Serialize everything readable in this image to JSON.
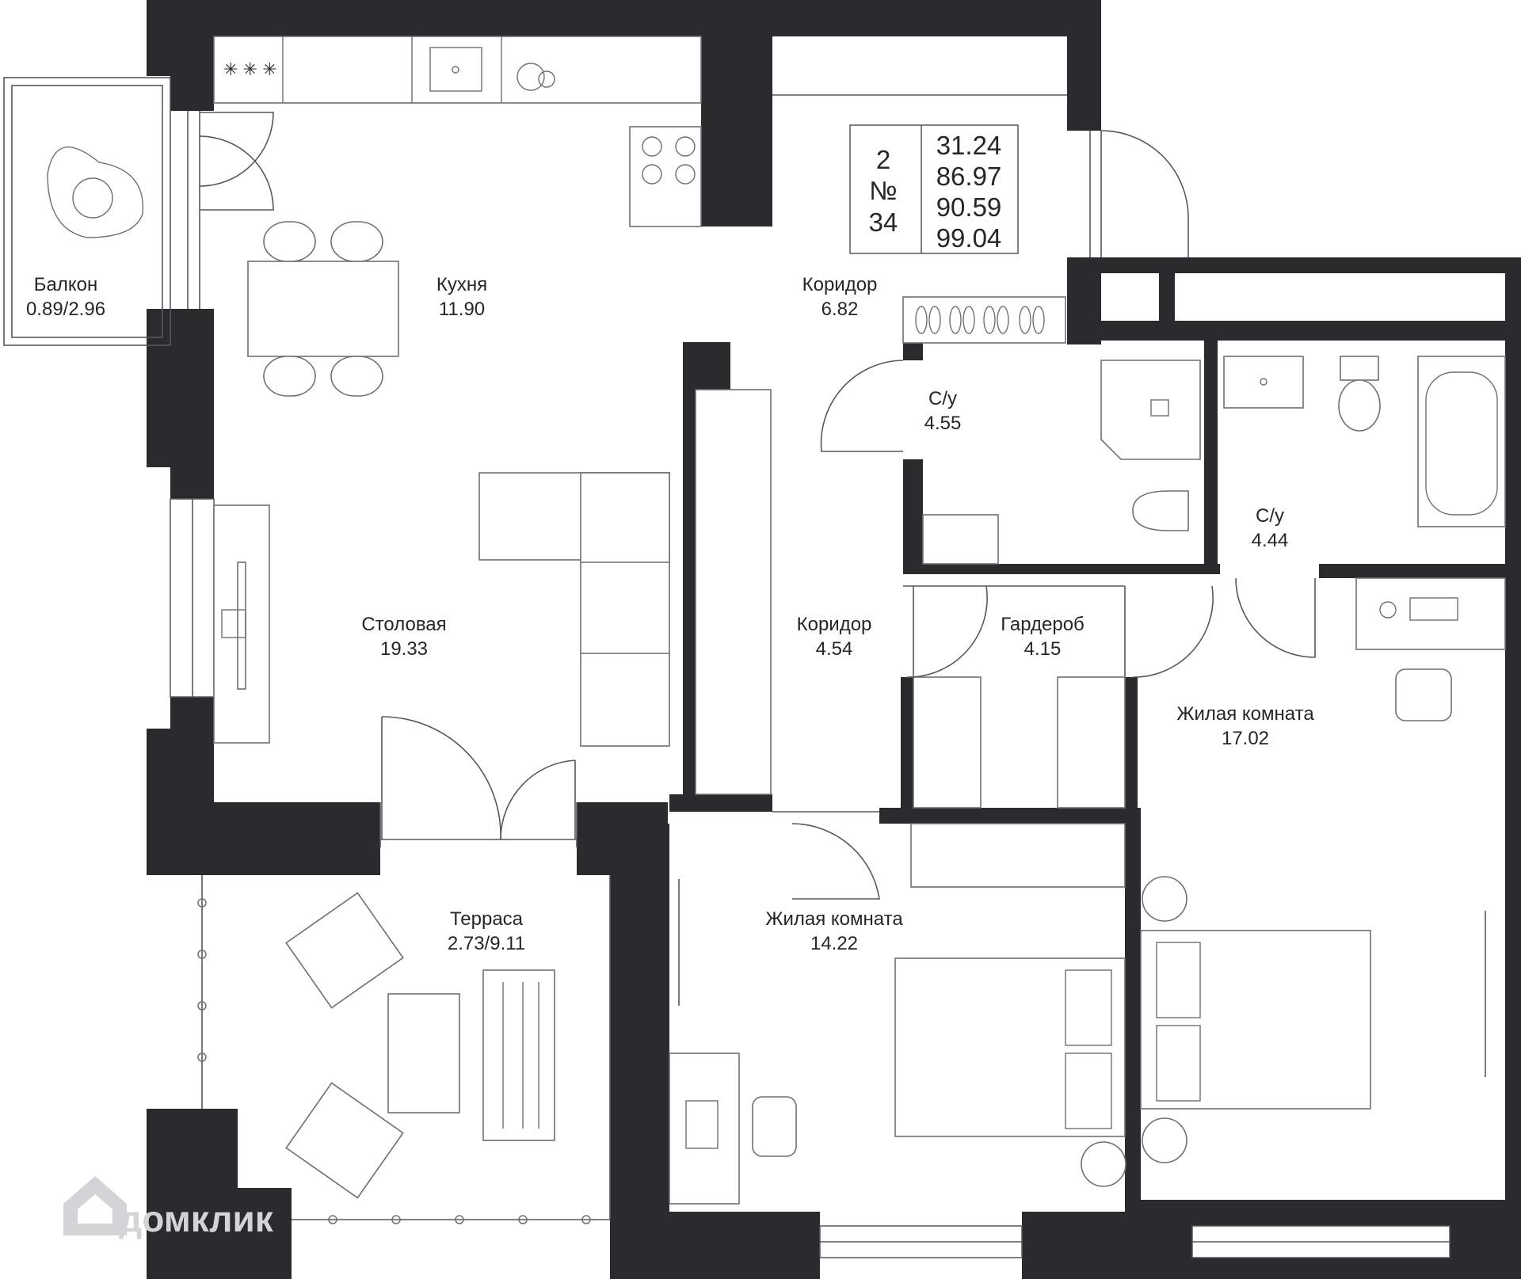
{
  "apartment": {
    "rooms_count": "2",
    "number_symbol": "№",
    "number": "34",
    "areas": [
      "31.24",
      "86.97",
      "90.59",
      "99.04"
    ]
  },
  "rooms": {
    "balcony": {
      "name": "Балкон",
      "area": "0.89/2.96"
    },
    "kitchen": {
      "name": "Кухня",
      "area": "11.90"
    },
    "corridor_top": {
      "name": "Коридор",
      "area": "6.82"
    },
    "bathroom_1": {
      "name": "С/у",
      "area": "4.55"
    },
    "bathroom_2": {
      "name": "С/у",
      "area": "4.44"
    },
    "dining": {
      "name": "Столовая",
      "area": "19.33"
    },
    "corridor_mid": {
      "name": "Коридор",
      "area": "4.54"
    },
    "wardrobe": {
      "name": "Гардероб",
      "area": "4.15"
    },
    "living_right": {
      "name": "Жилая комната",
      "area": "17.02"
    },
    "terrace": {
      "name": "Терраса",
      "area": "2.73/9.11"
    },
    "living_left": {
      "name": "Жилая комната",
      "area": "14.22"
    }
  },
  "watermark": {
    "text": "домклик"
  },
  "colors": {
    "wall": "#2b2b2e",
    "line": "#55585c",
    "text": "#262626",
    "watermark": "#d2d4d6"
  }
}
